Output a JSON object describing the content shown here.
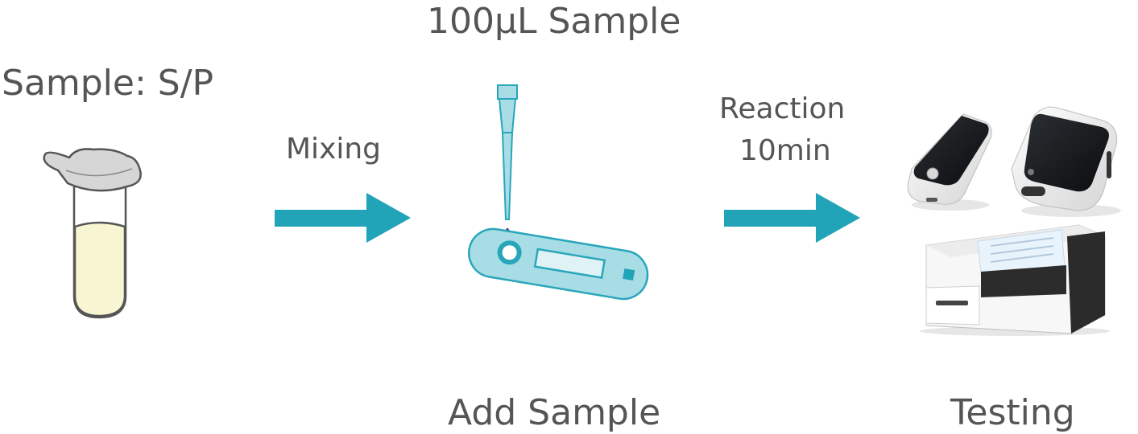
{
  "diagram": {
    "sample_label": "Sample: S/P",
    "volume_label": "100µL Sample",
    "mixing_label": "Mixing",
    "reaction_line1": "Reaction",
    "reaction_line2": "10min",
    "add_sample_label": "Add Sample",
    "testing_label": "Testing"
  },
  "colors": {
    "arrow": "#21a3b8",
    "tube_liquid": "#f8f6d2",
    "cassette_fill": "#a8dde6",
    "cassette_stroke": "#2aa6bb",
    "drop": "#5a4aa0",
    "text": "#555555"
  },
  "icons": [
    "sample-tube-icon",
    "pipette-tip-icon",
    "test-cassette-icon",
    "analyzer-devices-icon"
  ]
}
